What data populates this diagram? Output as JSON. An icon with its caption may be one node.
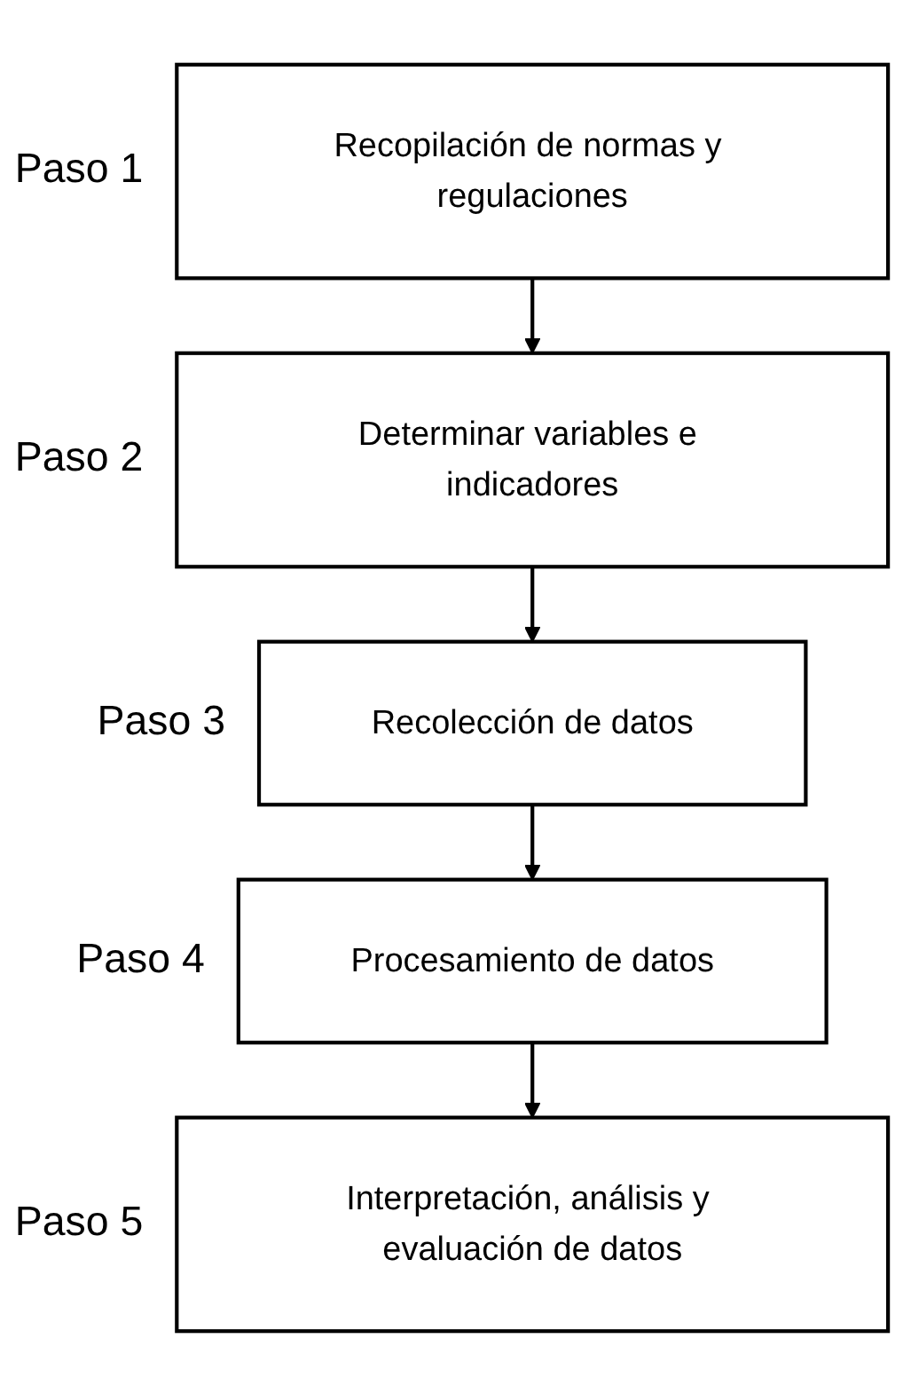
{
  "diagram": {
    "nodes": [
      {
        "text": [
          "Recopilación de normas y regulaciones"
        ],
        "beside": [
          "Paso 1"
        ]
      },
      {
        "text": [
          "Determinar variables e indicadores"
        ],
        "beside": [
          "Paso 2"
        ]
      },
      {
        "text": [
          "Recolección de datos"
        ],
        "beside": [
          "Paso 3"
        ]
      },
      {
        "text": [
          "Procesamiento de datos"
        ],
        "beside": [
          "Paso 4"
        ]
      },
      {
        "text": [
          "Interpretación, análisis y evaluación de datos"
        ],
        "beside": [
          "Paso 5"
        ]
      }
    ],
    "edges": [
      {
        "from": 0,
        "to": 1,
        "arrow": "to"
      },
      {
        "from": 1,
        "to": 2,
        "arrow": "to"
      },
      {
        "from": 2,
        "to": 3,
        "arrow": "to"
      },
      {
        "from": 3,
        "to": 4,
        "arrow": "to"
      }
    ]
  }
}
